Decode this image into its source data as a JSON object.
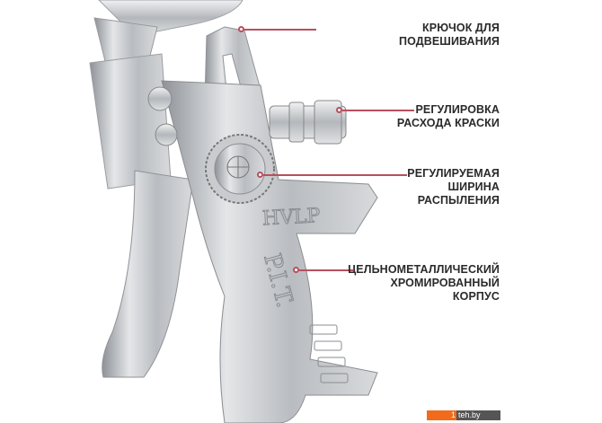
{
  "callouts": [
    {
      "lines": [
        "КРЮЧОК ДЛЯ",
        "ПОДВЕШИВАНИЯ"
      ]
    },
    {
      "lines": [
        "РЕГУЛИРОВКА",
        "РАСХОДА КРАСКИ"
      ]
    },
    {
      "lines": [
        "РЕГУЛИРУЕМАЯ",
        "ШИРИНА",
        "РАСПЫЛЕНИЯ"
      ]
    },
    {
      "lines": [
        "ЦЕЛЬНОМЕТАЛЛИЧЕСКИЙ",
        "ХРОМИРОВАННЫЙ",
        "КОРПУС"
      ]
    }
  ],
  "product_markings": {
    "hvlp": "HVLP",
    "brand": "P.I.T."
  },
  "watermark": {
    "number": "1",
    "text": "teh.by"
  },
  "colors": {
    "accent": "#b8505e",
    "watermark_orange": "#f26a1b",
    "text": "#2a2a2a"
  }
}
